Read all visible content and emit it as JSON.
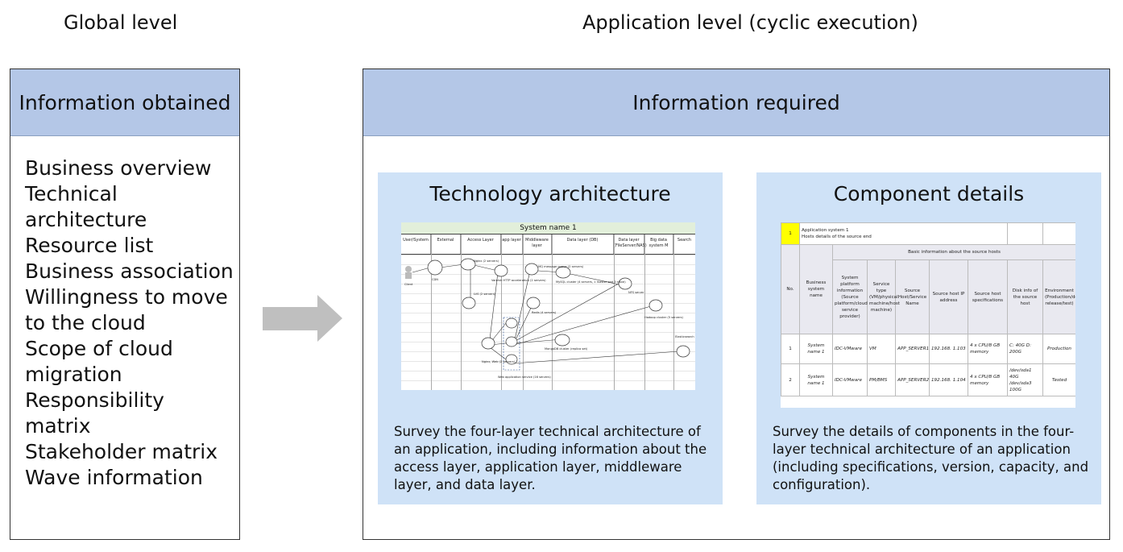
{
  "headings": {
    "global": "Global level",
    "application": "Application level (cyclic execution)"
  },
  "left_panel": {
    "title": "Information obtained",
    "items": [
      "Business overview",
      "Technical architecture",
      "Resource list",
      "Business association",
      "Willingness to move to the cloud",
      "Scope of cloud migration",
      "Responsibility matrix",
      "Stakeholder matrix",
      "Wave information"
    ]
  },
  "right_panel": {
    "title": "Information required",
    "tech_card": {
      "title": "Technology architecture",
      "description": "Survey the four-layer technical architecture of an application, including information about the access layer, application layer, middleware layer, and data layer.",
      "thumbnail": {
        "system_title": "System name 1",
        "columns": [
          "User/System",
          "External",
          "Access Layer",
          "app layer",
          "Middleware layer",
          "Data layer (DB)",
          "Data layer (FileServer/NAS)",
          "Big data system M",
          "Search"
        ],
        "nodes": [
          "Client",
          "CDN",
          "Nginx (2 servers)",
          "Varnish HTTP acceleration (2 servers)",
          "MQ message queue (2 servers)",
          "MySQL cluster (4 servers, 1 master and 3 slave)",
          "NFS server",
          "LVS (2 servers)",
          "Redis (4 servers)",
          "Hadoop cluster (5 servers)",
          "Elasticsearch",
          "MongoDB cluster (replica set)",
          "Nginx, Web (2 servers)",
          "Web application service (16 servers)"
        ]
      }
    },
    "comp_card": {
      "title": "Component details",
      "description": "Survey the details of components in the four-layer technical architecture of an application (including specifications, version, capacity, and configuration).",
      "table": {
        "index": "1",
        "app_line1": "Application system 1",
        "app_line2": "Hosts details of the source end",
        "group_header": "Basic information about the source hosts",
        "headers": [
          "No.",
          "Business system name",
          "System platform information (Source platform/cloud service provider)",
          "Service type (VM/physical machine/host machine)",
          "Source Host/Service Name",
          "Source host IP address",
          "Source host specifications",
          "Disk info of the source host",
          "Environment (Production/development/pre-release/test)"
        ],
        "rows": [
          [
            "1",
            "System name 1",
            "IDC-VMware",
            "VM",
            "APP_SERVER1",
            "192.168. 1.103",
            "4 x CPU/8 GB memory",
            "C: 40G D: 200G",
            "Production"
          ],
          [
            "2",
            "System name 1",
            "IDC-VMware",
            "PM/BMS",
            "APP_SERVER2",
            "192.168. 1.104",
            "4 x CPU/8 GB memory",
            "/dev/sda1 40G /dev/sda3 100G",
            "Tested"
          ]
        ]
      }
    }
  },
  "colors": {
    "band": "#b4c7e7",
    "card": "#cfe2f7",
    "arrow": "#bfbfbf",
    "border": "#333333"
  }
}
